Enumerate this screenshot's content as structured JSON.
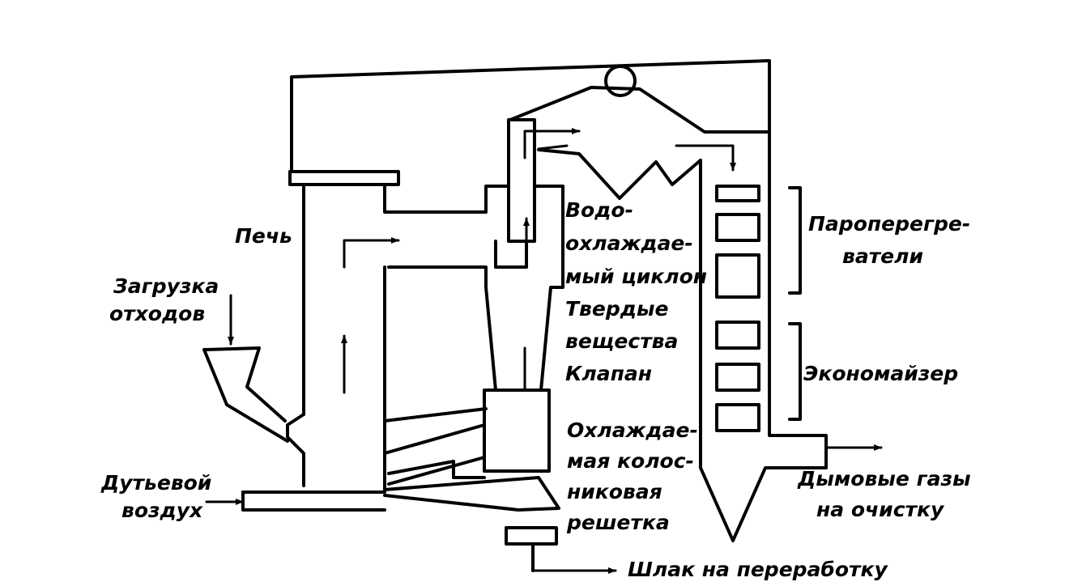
{
  "labels": {
    "furnace": "Печь",
    "waste_loading": [
      "Загрузка",
      "отходов"
    ],
    "blast_air": [
      "Дутьевой",
      "воздух"
    ],
    "cyclone": [
      "Водо-",
      "охлаждае-",
      "мый циклон"
    ],
    "solids": [
      "Твердые",
      "вещества"
    ],
    "valve": "Клапан",
    "grate": [
      "Охлаждае-",
      "мая колос-",
      "никовая",
      "решетка"
    ],
    "superheaters": [
      "Пароперегре-",
      "ватели"
    ],
    "economizer": "Экономайзер",
    "flue_gas": [
      "Дымовые газы",
      "на очистку"
    ],
    "slag": "Шлак на переработку"
  },
  "colors": {
    "line": "#000000",
    "background": "#ffffff"
  }
}
